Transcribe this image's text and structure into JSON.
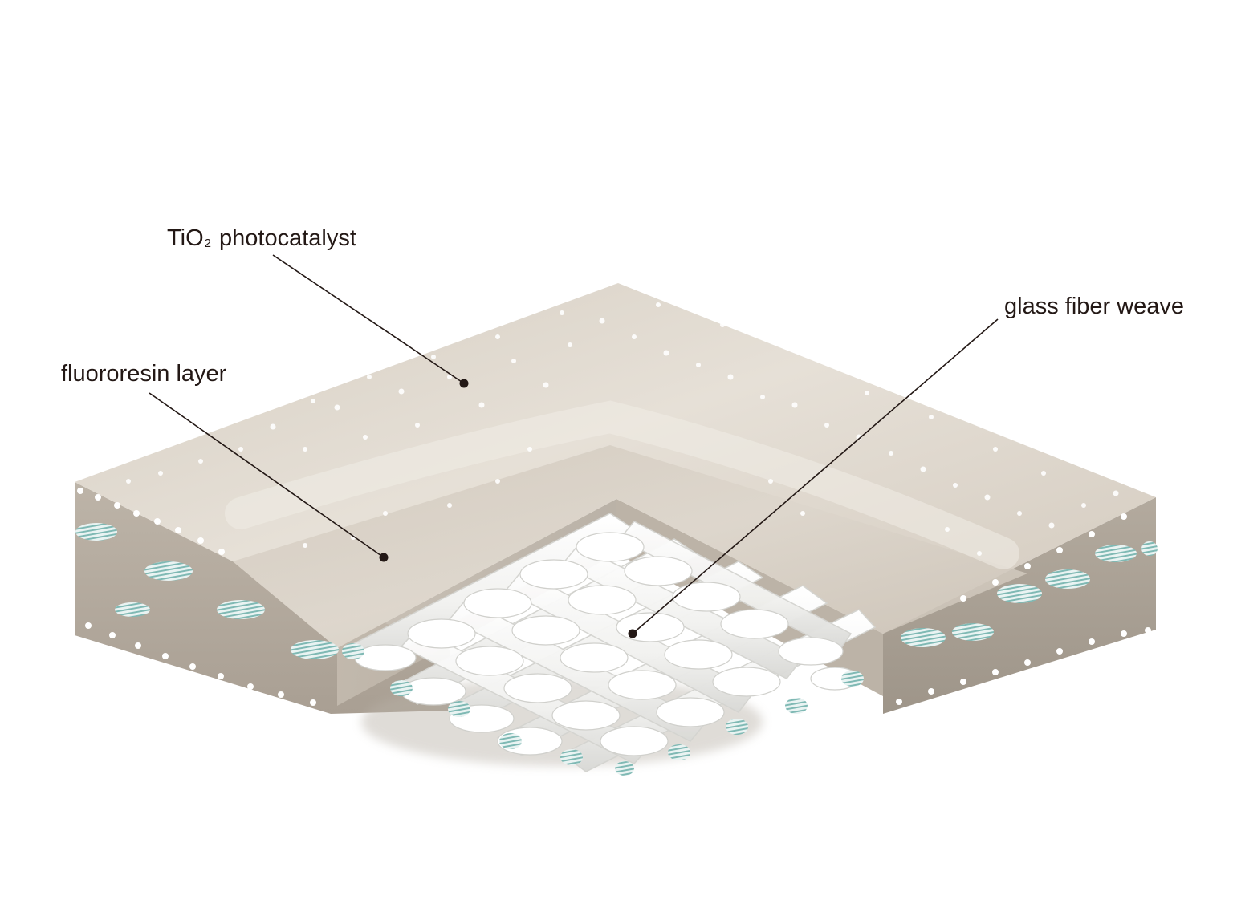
{
  "labels": {
    "tio2_main": "TiO",
    "tio2_sub": "2",
    "tio2_rest": "photocatalyst",
    "fluororesin": "fluororesin layer",
    "glass_fiber": "glass fiber weave"
  },
  "colors": {
    "background": "#ffffff",
    "label_text": "#231815",
    "leader_line": "#231815",
    "top_surface": "#d8d0c4",
    "top_surface_highlight": "#ece7df",
    "inner_step": "#cfc6ba",
    "side_face": "#b7aea2",
    "side_face_dark": "#9f968a",
    "pore": "#ffffff",
    "fiber_strand": "#f4f4f2",
    "fiber_cross_section": "#8fc4c0"
  }
}
